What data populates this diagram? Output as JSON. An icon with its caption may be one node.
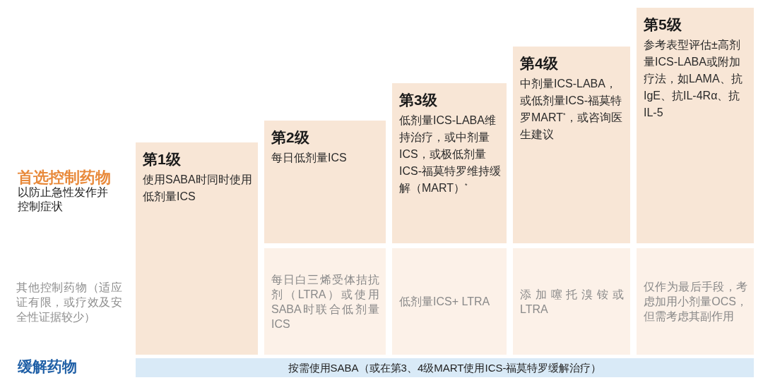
{
  "diagram": {
    "nodes": [
      {
        "text": [
          "第1级",
          "使用SABA时同时使用低剂量ICS"
        ]
      },
      {
        "text": [
          "第2级",
          "每日低剂量ICS"
        ]
      },
      {
        "text": [
          "第3级",
          "低剂量ICS-LABA维持治疗，或中剂量ICS，或极低剂量ICS-福莫特罗维持缓解（MART）$^{*}$"
        ]
      },
      {
        "text": [
          "第4级",
          "中剂量ICS-LABA，或低剂量ICS-福莫特罗MART$^{*}$，或咨询医生建议"
        ]
      },
      {
        "text": [
          "第5级",
          "参考表型评估±高剂量ICS-LABA或附加疗法，如LAMA、抗IgE、抗IL-4Rα、抗IL-5"
        ]
      },
      {
        "text": [
          "每日白三烯受体拮抗剂（LTRA）或使用SABA时联合低剂量ICS"
        ]
      },
      {
        "text": [
          "低剂量ICS+ LTRA"
        ]
      },
      {
        "text": [
          "添加噻托溴铵或LTRA"
        ]
      },
      {
        "text": [
          "仅作为最后手段，考虑加用小剂量OCS，但需考虑其副作用"
        ]
      },
      {
        "text": [
          "按需使用SABA（或在第3、4级MART使用ICS-福莫特罗缓解治疗）"
        ]
      }
    ],
    "labels": [
      "首选控制药物",
      "以防止急性发作并控制症状",
      "其他控制药物（适应证有限，或疗效及安全性证据较少）",
      "缓解药物"
    ]
  }
}
